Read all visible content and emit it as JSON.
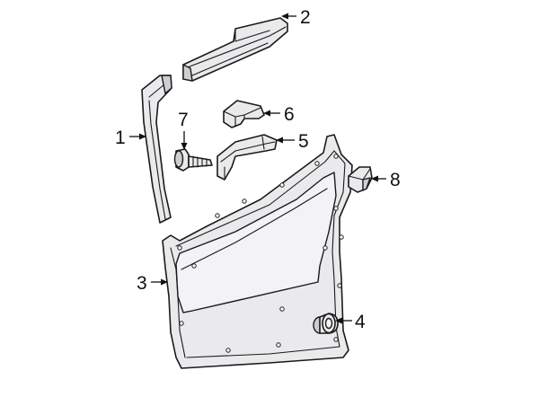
{
  "callouts": {
    "n1": "1",
    "n2": "2",
    "n3": "3",
    "n4": "4",
    "n5": "5",
    "n6": "6",
    "n7": "7",
    "n8": "8"
  }
}
